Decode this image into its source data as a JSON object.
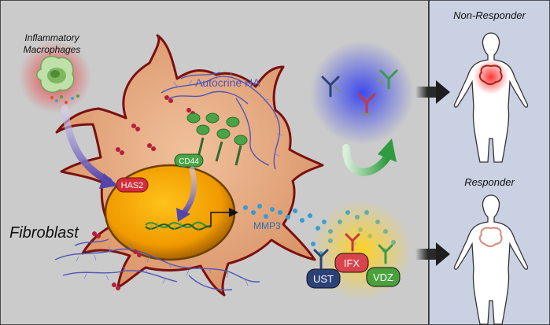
{
  "labels": {
    "macrophages_line1": "Inflammatory",
    "macrophages_line2": "Macrophages",
    "autocrine_ha": "Autocrine HA",
    "cd44": "CD44",
    "has2": "HAS2",
    "fibroblast": "Fibroblast",
    "mmp3": "MMP3",
    "non_responder": "Non-Responder",
    "responder": "Responder",
    "drug_ust": "UST",
    "drug_ifx": "IFX",
    "drug_vdz": "VDZ"
  },
  "colors": {
    "left_panel_bg": "#cbcbcb",
    "right_panel_bg": "#c9d1e3",
    "cell_fill": "#e0a67d",
    "nucleus_fill": "#f0a400",
    "ha_chain": "#4f55b8",
    "cd44_green": "#45a047",
    "has2_red": "#d32e3a",
    "mmp3_blue": "#2d9fd6",
    "ifx_red": "#d9434c",
    "vdz_green": "#4aa13c",
    "ust_blue": "#2c4178",
    "arrow_purple": "#5848b0",
    "arrow_green": "#3fa54d"
  },
  "icons": [
    "macrophage-icon",
    "ha-chain-icon",
    "dna-helix-icon",
    "antibody-icon",
    "human-body-icon",
    "colon-icon",
    "right-arrow-icon"
  ]
}
